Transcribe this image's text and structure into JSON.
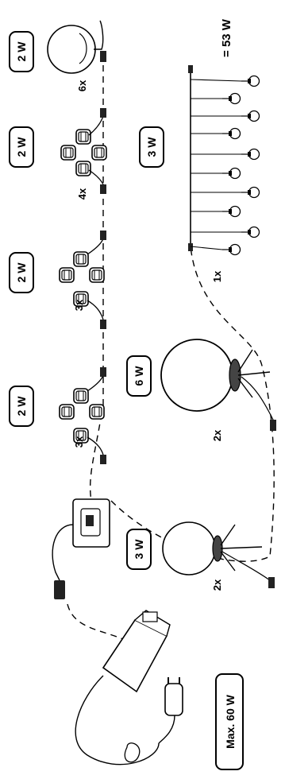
{
  "badges": {
    "globe_6x": "2 W",
    "spots_4x": "2 W",
    "spots_3x_a": "2 W",
    "spots_3x_b": "2 W",
    "string_lights": "3 W",
    "globe_large": "6 W",
    "globe_small": "3 W",
    "transformer_max": "Max. 60 W"
  },
  "quantities": {
    "globe_6x": "6x",
    "spots_4x": "4x",
    "spots_3x_a": "3x",
    "spots_3x_b": "3x",
    "string_lights": "1x",
    "globe_large": "2x",
    "globe_small": "2x"
  },
  "total": "= 53 W",
  "icons": [
    "small-globe-icon",
    "recessed-spot-icon",
    "string-light-icon",
    "large-globe-icon",
    "junction-box-icon",
    "transformer-icon",
    "plug-icon"
  ]
}
